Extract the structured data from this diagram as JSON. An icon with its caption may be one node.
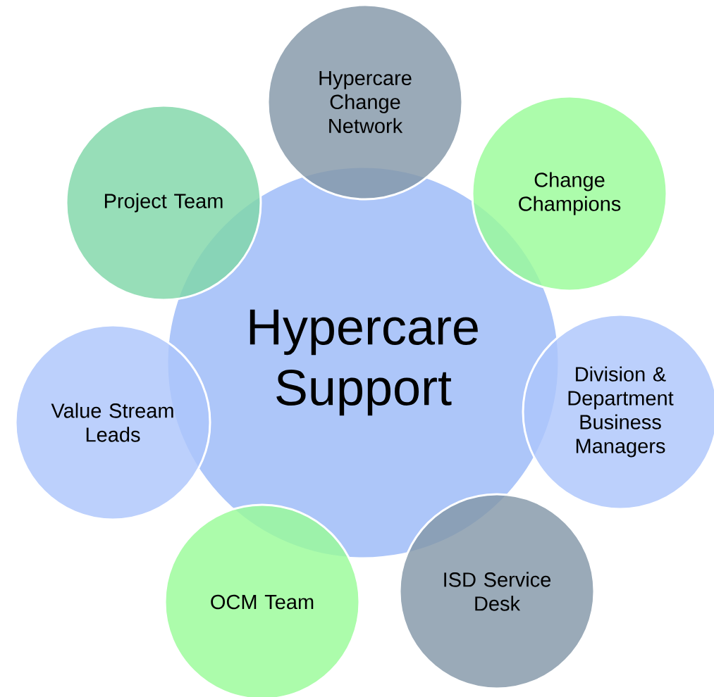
{
  "diagram": {
    "nodes": [
      {
        "text": [
          "Hypercare Support"
        ]
      },
      {
        "text": [
          "Hypercare Change Network"
        ]
      },
      {
        "text": [
          "Change Champions"
        ]
      },
      {
        "text": [
          "Division & Department Business Managers"
        ]
      },
      {
        "text": [
          "ISD Service Desk"
        ]
      },
      {
        "text": [
          "OCM Team"
        ]
      },
      {
        "text": [
          "Value Stream Leads"
        ]
      },
      {
        "text": [
          "Project Team"
        ]
      }
    ]
  }
}
